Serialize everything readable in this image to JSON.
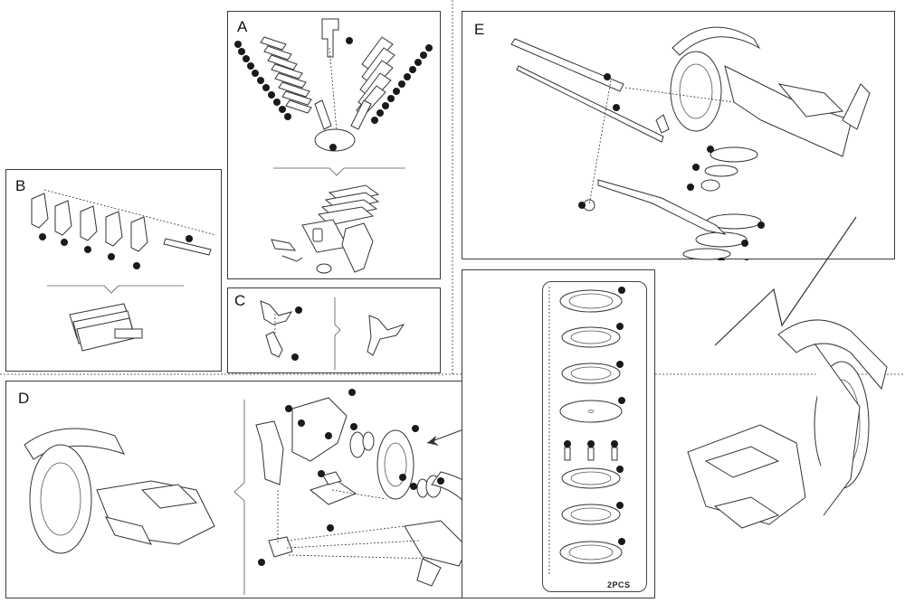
{
  "panels": {
    "A": {
      "label": "A"
    },
    "B": {
      "label": "B"
    },
    "C": {
      "label": "C"
    },
    "D": {
      "label": "D"
    },
    "E": {
      "label": "E"
    }
  },
  "rings_note": "2PCS",
  "colors": {
    "line": "#333333",
    "tag": "#1a1a1a",
    "background": "#ffffff"
  }
}
